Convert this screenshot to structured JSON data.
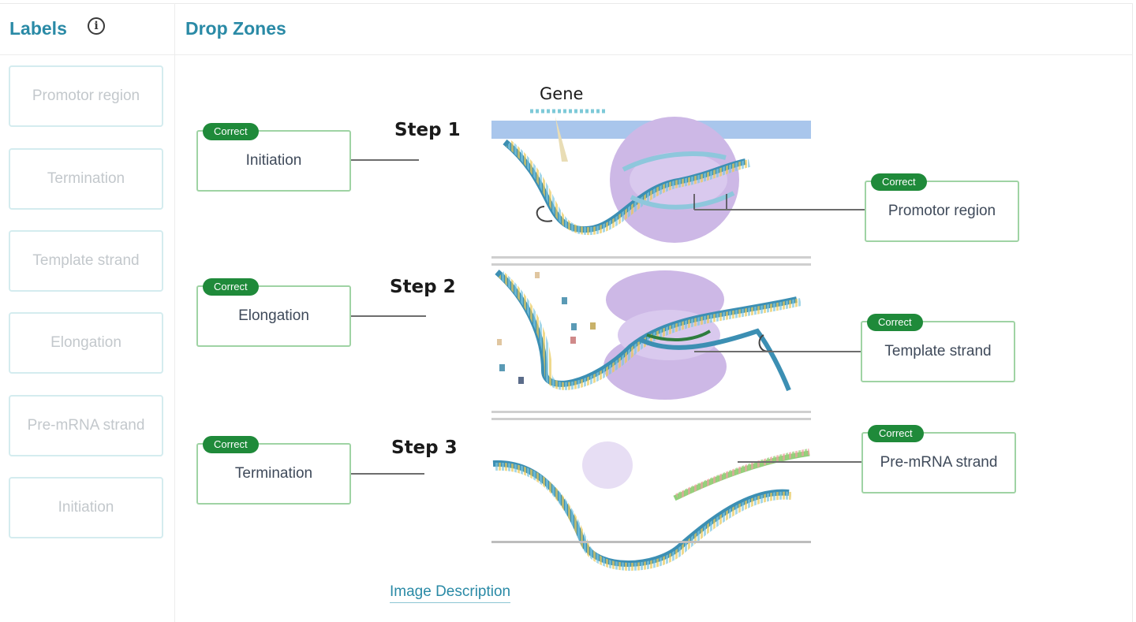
{
  "labels_panel": {
    "title": "Labels",
    "items": [
      "Promotor region",
      "Termination",
      "Template strand",
      "Elongation",
      "Pre-mRNA strand",
      "Initiation"
    ]
  },
  "drop_zones_panel": {
    "title": "Drop Zones"
  },
  "diagram": {
    "gene_label": "Gene",
    "steps": [
      "Step 1",
      "Step 2",
      "Step 3"
    ]
  },
  "zones": {
    "initiation": {
      "label": "Initiation",
      "status": "Correct"
    },
    "elongation": {
      "label": "Elongation",
      "status": "Correct"
    },
    "termination": {
      "label": "Termination",
      "status": "Correct"
    },
    "promotor": {
      "label": "Promotor region",
      "status": "Correct"
    },
    "template": {
      "label": "Template strand",
      "status": "Correct"
    },
    "premrna": {
      "label": "Pre-mRNA strand",
      "status": "Correct"
    }
  },
  "image_description_link": "Image Description",
  "colors": {
    "accent": "#2a8aa6",
    "correct": "#1f8a3a",
    "polymerase": "#cdb8e6",
    "dna": "#3c8fb3"
  }
}
